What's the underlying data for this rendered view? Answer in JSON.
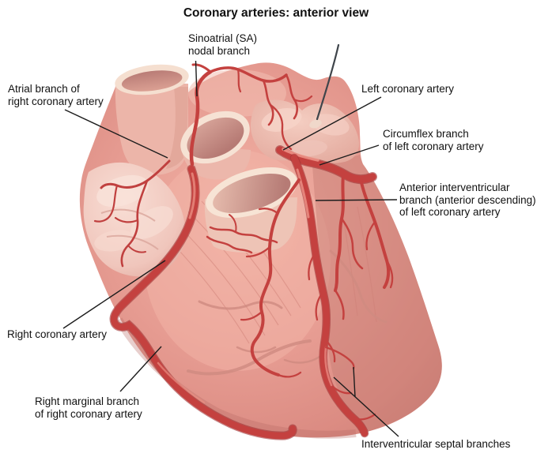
{
  "title": "Coronary arteries: anterior view",
  "labels": {
    "sa_nodal": {
      "line1": "Sinoatrial (SA)",
      "line2": "nodal branch"
    },
    "atrial_branch": {
      "line1": "Atrial branch of",
      "line2": "right coronary artery"
    },
    "left_coronary": {
      "line1": "Left coronary artery"
    },
    "circumflex": {
      "line1": "Circumflex branch",
      "line2": "of left coronary artery"
    },
    "anterior_interventricular": {
      "line1": "Anterior interventricular",
      "line2": "branch (anterior descending)",
      "line3": "of left coronary artery"
    },
    "right_coronary": {
      "line1": "Right coronary artery"
    },
    "right_marginal": {
      "line1": "Right marginal branch",
      "line2": "of right coronary artery"
    },
    "septal": {
      "line1": "Interventricular septal branches"
    }
  },
  "palette": {
    "background": "#ffffff",
    "heart_muscle": "#e59a91",
    "artery_red": "#c4413f",
    "vessel_rim_cream": "#f6e2d3",
    "atrial_appendage_pink": "#f2cfc8",
    "leader_line": "#1c1c1c",
    "text": "#111111"
  }
}
